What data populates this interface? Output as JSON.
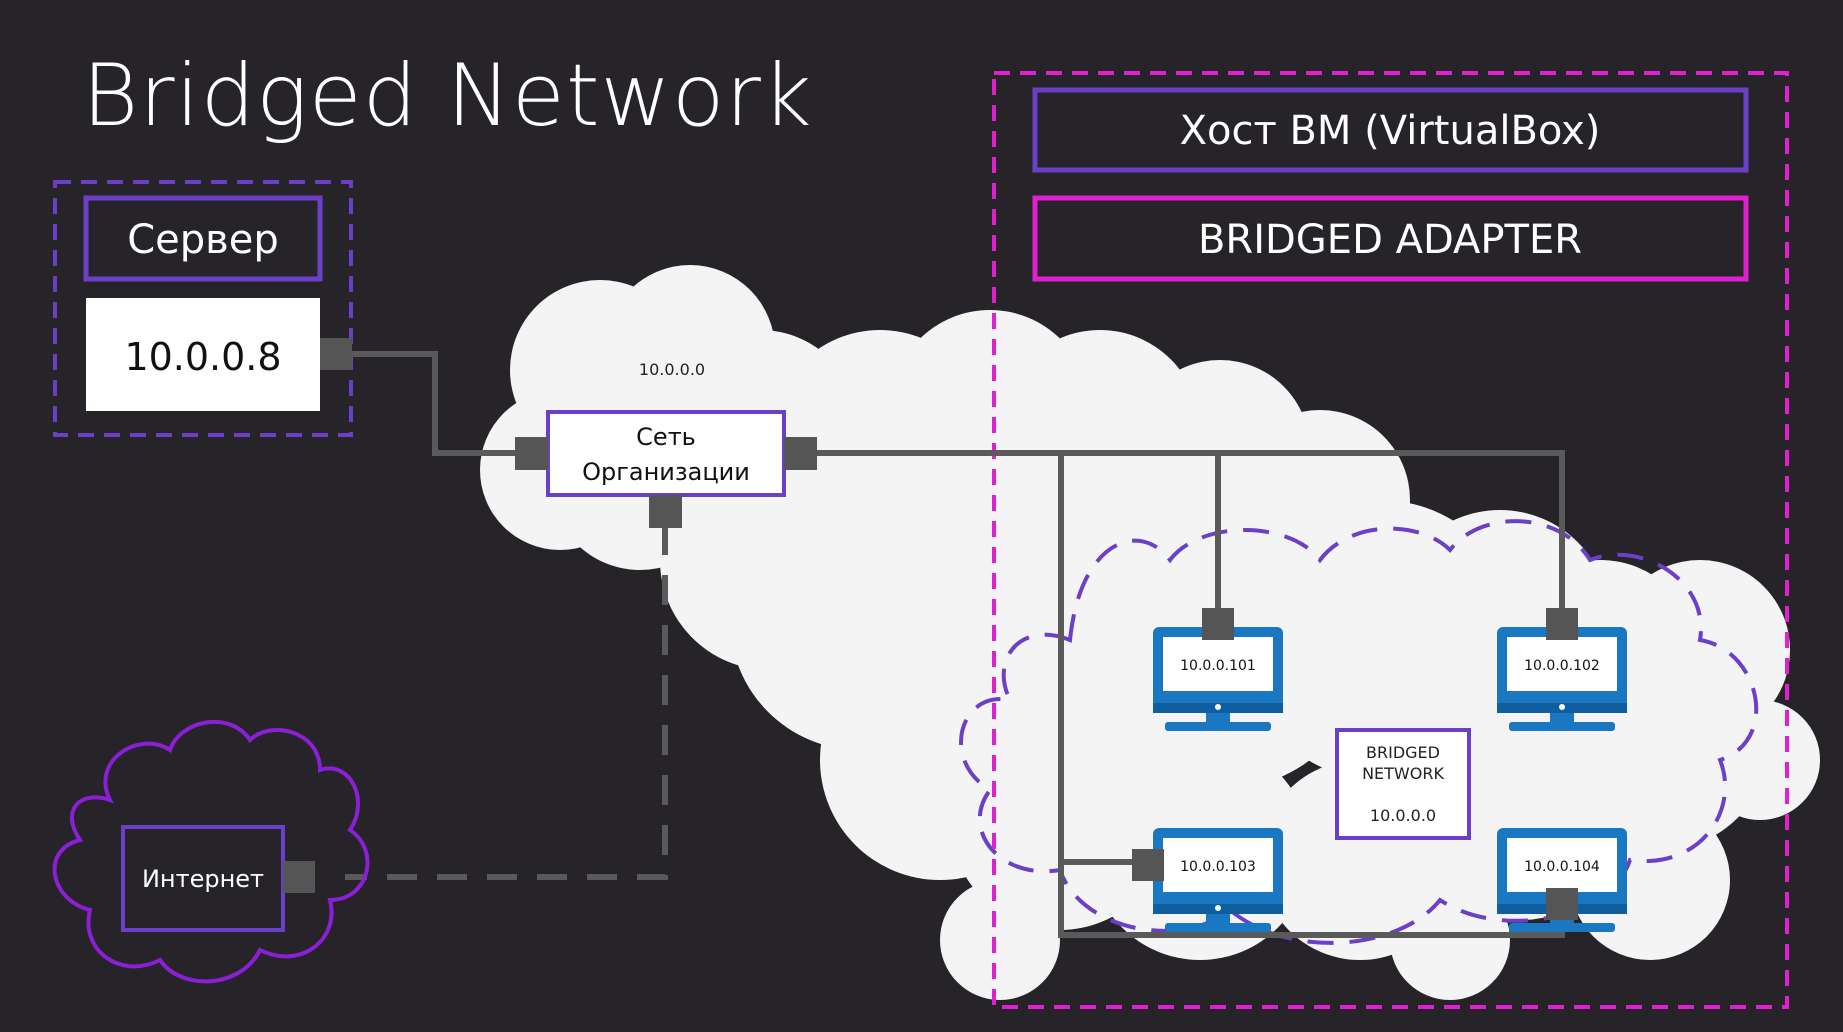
{
  "title": "Bridged Network",
  "server": {
    "label": "Сервер",
    "ip": "10.0.0.8"
  },
  "org_network": {
    "cloud_ip": "10.0.0.0",
    "label_line1": "Сеть",
    "label_line2": "Организации"
  },
  "internet": {
    "label": "Интернет"
  },
  "host": {
    "label": "Хост ВМ (VirtualBox)",
    "adapter_label": "BRIDGED ADAPTER"
  },
  "computers": [
    "10.0.0.101",
    "10.0.0.102",
    "10.0.0.103",
    "10.0.0.104"
  ],
  "bridged_network": {
    "line1": "BRIDGED",
    "line2": "NETWORK",
    "ip": "10.0.0.0"
  },
  "colors": {
    "background": "#262428",
    "purple": "#6b3fc7",
    "magenta": "#e020d0",
    "connector": "#555555",
    "cable": "#5a5a5a",
    "monitor": "#1a78c2",
    "cloud": "#f4f4f4"
  }
}
